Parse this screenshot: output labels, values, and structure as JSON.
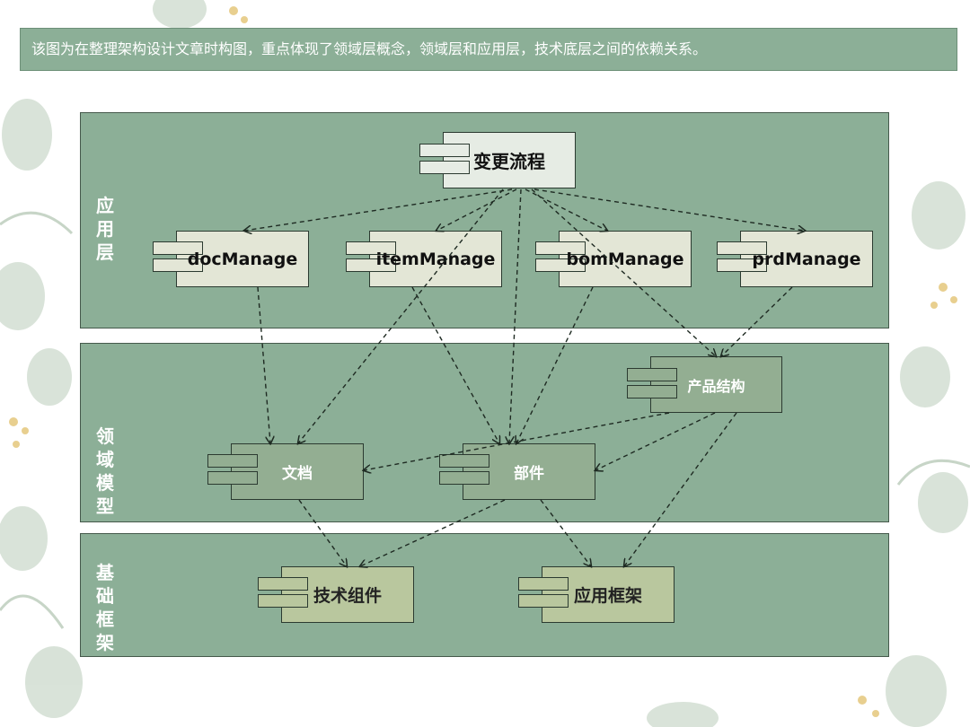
{
  "caption": "该图为在整理架构设计文章时构图，重点体现了领域层概念，领域层和应用层，技术底层之间的依赖关系。",
  "layers": {
    "app": "应用层",
    "domain": "领域模型",
    "infra": "基础框架"
  },
  "components": {
    "change_flow": "变更流程",
    "doc_manage": "docManage",
    "item_manage": "itemManage",
    "bom_manage": "bomManage",
    "prd_manage": "prdManage",
    "product_structure": "产品结构",
    "document": "文档",
    "part": "部件",
    "tech_component": "技术组件",
    "app_framework": "应用框架"
  },
  "dependencies": [
    [
      "变更流程",
      "docManage"
    ],
    [
      "变更流程",
      "itemManage"
    ],
    [
      "变更流程",
      "bomManage"
    ],
    [
      "变更流程",
      "prdManage"
    ],
    [
      "变更流程",
      "文档"
    ],
    [
      "变更流程",
      "部件"
    ],
    [
      "变更流程",
      "产品结构"
    ],
    [
      "docManage",
      "文档"
    ],
    [
      "itemManage",
      "部件"
    ],
    [
      "bomManage",
      "部件"
    ],
    [
      "prdManage",
      "产品结构"
    ],
    [
      "产品结构",
      "文档"
    ],
    [
      "产品结构",
      "部件"
    ],
    [
      "产品结构",
      "应用框架"
    ],
    [
      "文档",
      "技术组件"
    ],
    [
      "部件",
      "技术组件"
    ],
    [
      "部件",
      "应用框架"
    ]
  ],
  "colors": {
    "layer_fill": "#8caf97",
    "component_top": "#e6ece4",
    "component_app": "#e3e6d6",
    "component_domain": "#93ae92",
    "component_infra": "#b9c79e"
  }
}
